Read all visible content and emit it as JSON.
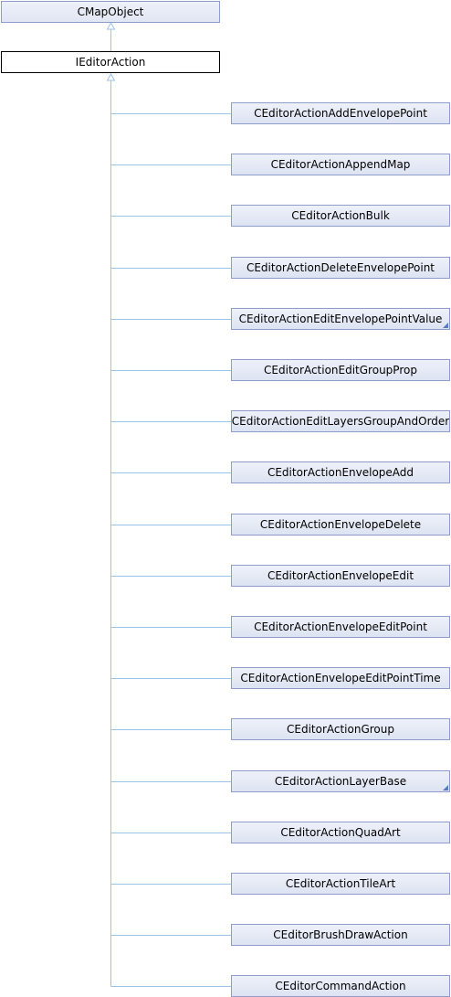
{
  "colors": {
    "edge": "#9dc3e6",
    "box_border": "#8e9dc9",
    "focus_border": "#000000",
    "more_marker": "#5a79c0"
  },
  "base_class": {
    "label": "CMapObject"
  },
  "focus_class": {
    "label": "IEditorAction"
  },
  "derived_classes": [
    {
      "label": "CEditorActionAddEnvelopePoint",
      "has_more": false
    },
    {
      "label": "CEditorActionAppendMap",
      "has_more": false
    },
    {
      "label": "CEditorActionBulk",
      "has_more": false
    },
    {
      "label": "CEditorActionDeleteEnvelopePoint",
      "has_more": false
    },
    {
      "label": "CEditorActionEditEnvelopePointValue",
      "has_more": true
    },
    {
      "label": "CEditorActionEditGroupProp",
      "has_more": false
    },
    {
      "label": "CEditorActionEditLayersGroupAndOrder",
      "has_more": false
    },
    {
      "label": "CEditorActionEnvelopeAdd",
      "has_more": false
    },
    {
      "label": "CEditorActionEnvelopeDelete",
      "has_more": false
    },
    {
      "label": "CEditorActionEnvelopeEdit",
      "has_more": false
    },
    {
      "label": "CEditorActionEnvelopeEditPoint",
      "has_more": false
    },
    {
      "label": "CEditorActionEnvelopeEditPointTime",
      "has_more": false
    },
    {
      "label": "CEditorActionGroup",
      "has_more": false
    },
    {
      "label": "CEditorActionLayerBase",
      "has_more": true
    },
    {
      "label": "CEditorActionQuadArt",
      "has_more": false
    },
    {
      "label": "CEditorActionTileArt",
      "has_more": false
    },
    {
      "label": "CEditorBrushDrawAction",
      "has_more": false
    },
    {
      "label": "CEditorCommandAction",
      "has_more": false
    }
  ]
}
